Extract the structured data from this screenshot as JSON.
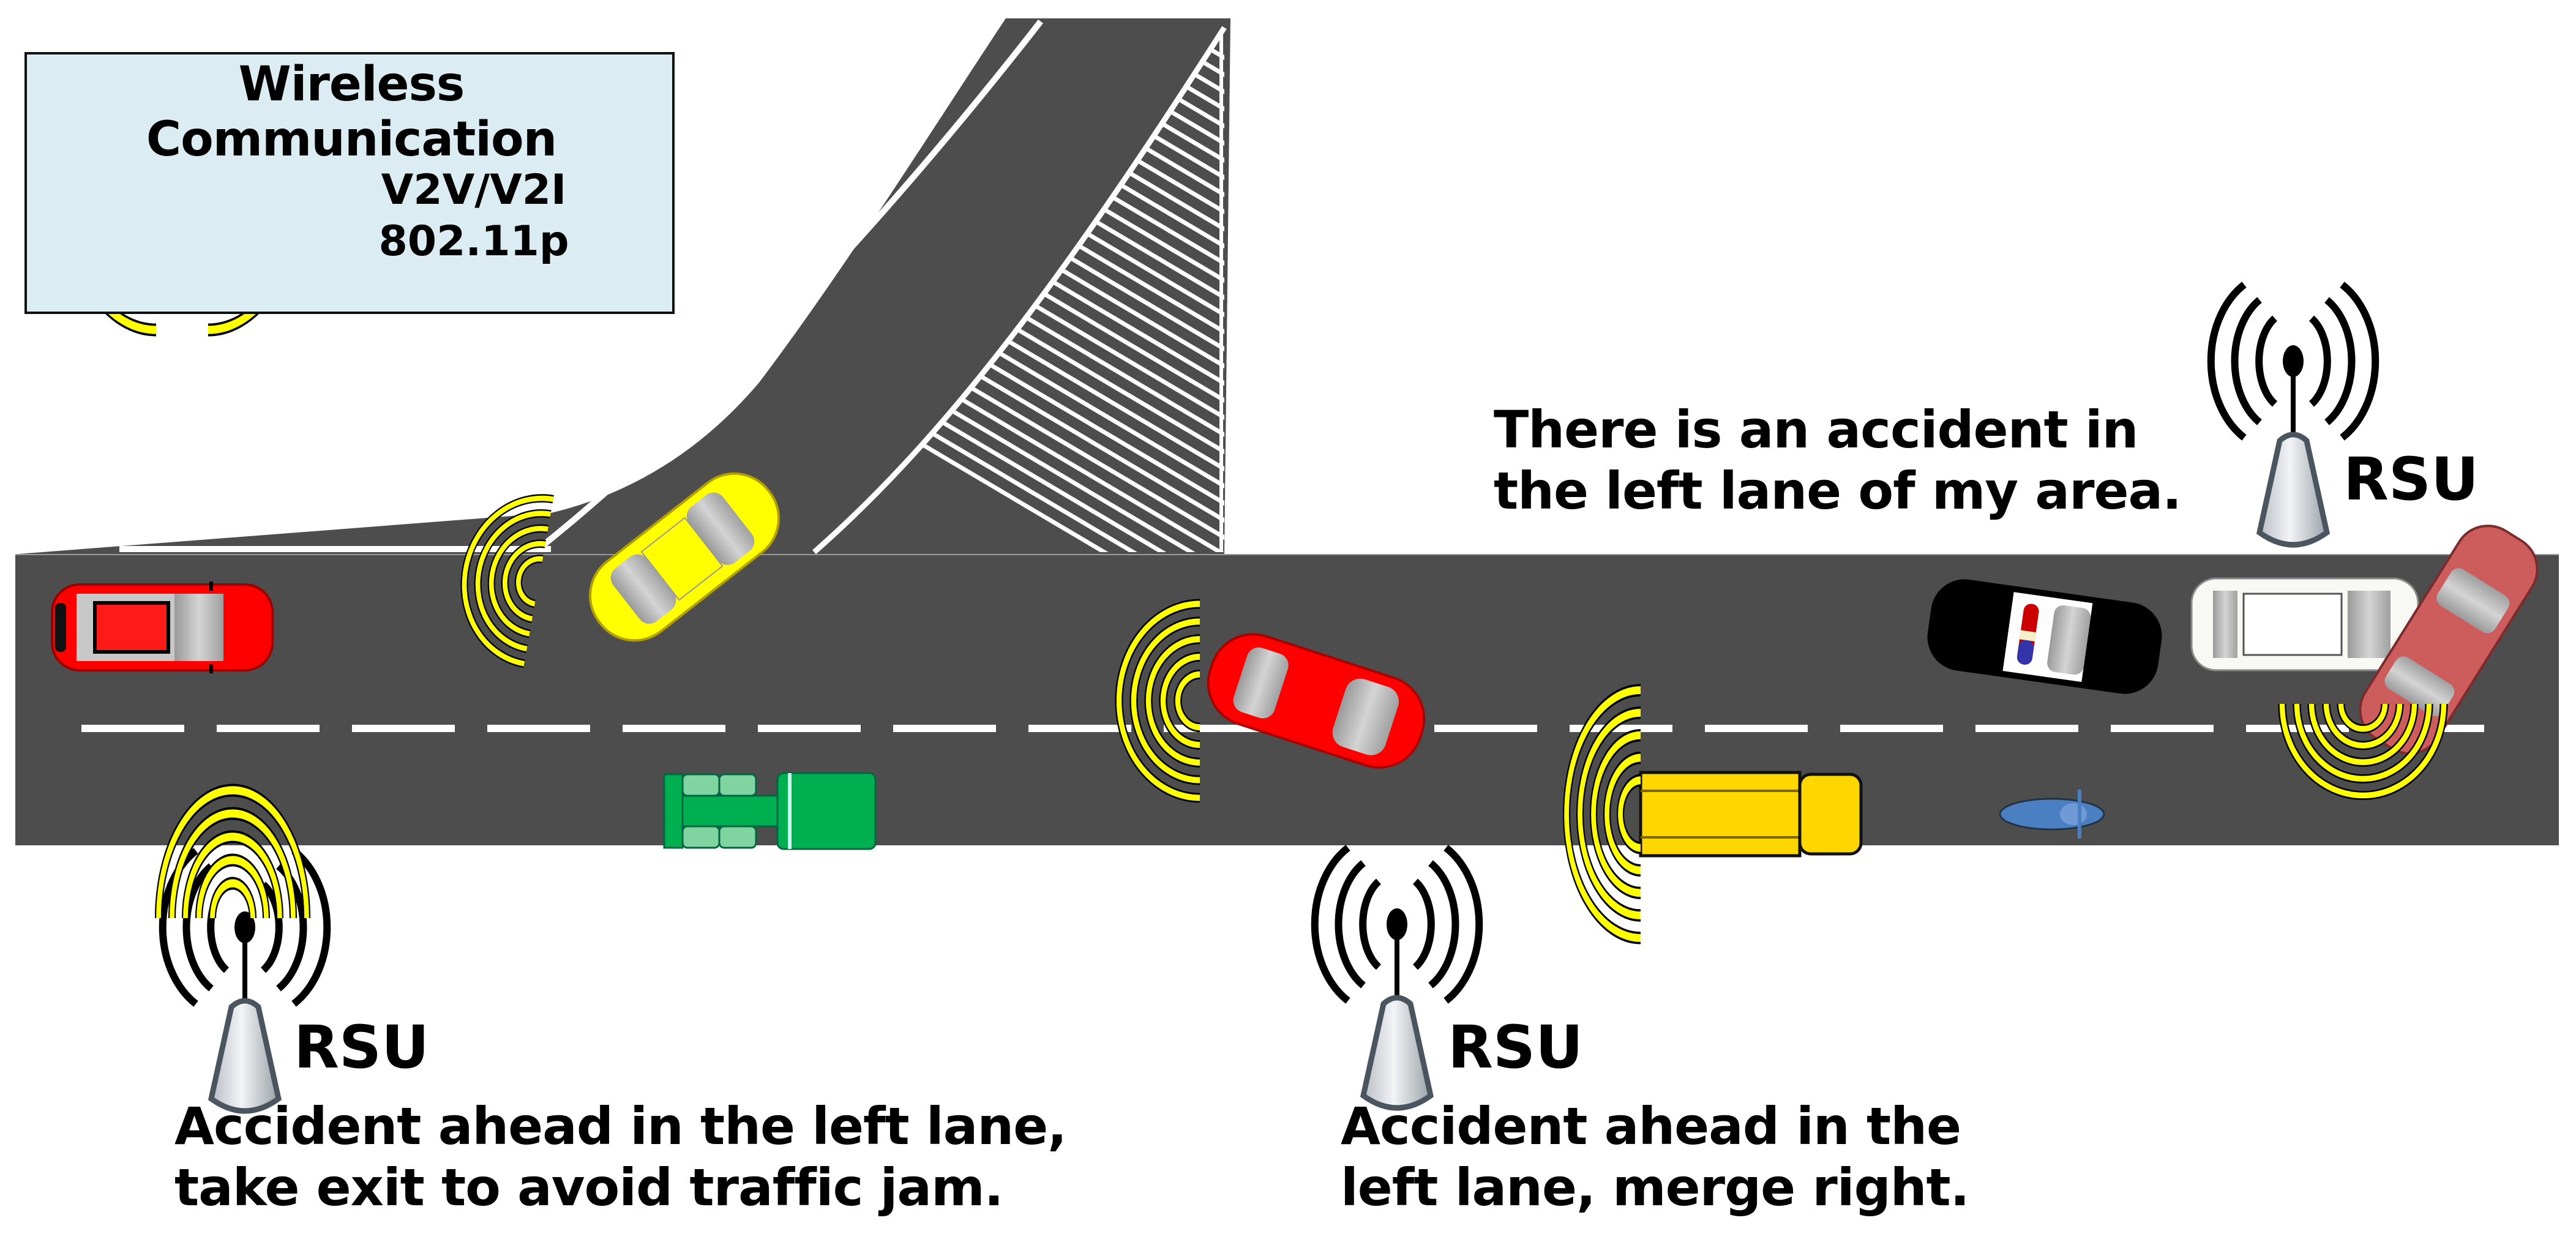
{
  "legend": {
    "title": "Wireless Communication",
    "protocol_line1": "V2V/V2I",
    "protocol_line2": "802.11p",
    "icon": "wireless-signal-icon"
  },
  "rsus": [
    {
      "label": "RSU",
      "icon": "antenna-tower-icon"
    },
    {
      "label": "RSU",
      "icon": "antenna-tower-icon"
    },
    {
      "label": "RSU",
      "icon": "antenna-tower-icon"
    }
  ],
  "messages": {
    "rsu_left": [
      "Accident ahead in the left lane,",
      "take exit to avoid traffic jam."
    ],
    "rsu_middle": [
      "Accident ahead in the",
      "left lane, merge right."
    ],
    "rsu_right": [
      "There is an accident in",
      "the left lane of my area."
    ]
  },
  "vehicles": [
    {
      "type": "pickup-truck",
      "color": "#ff0000",
      "lane": "left"
    },
    {
      "type": "sports-car",
      "color": "#ffff00",
      "lane": "exit-ramp",
      "signal": true
    },
    {
      "type": "tractor-truck",
      "color": "#00b050",
      "lane": "right"
    },
    {
      "type": "sports-car",
      "color": "#ff0000",
      "lane": "changing",
      "signal": true
    },
    {
      "type": "school-bus",
      "color": "#ffd700",
      "lane": "right",
      "signal": true
    },
    {
      "type": "motorcycle",
      "color": "#4a7fc1",
      "lane": "right"
    },
    {
      "type": "police-car",
      "color": "#000000",
      "lane": "left"
    },
    {
      "type": "white-car",
      "color": "#f5f5f0",
      "lane": "left",
      "crashed": true
    },
    {
      "type": "sedan",
      "color": "#cd5c5c",
      "lane": "left",
      "crashed": true,
      "signal": true
    }
  ],
  "colors": {
    "road": "#4d4d4d",
    "marking": "#ffffff",
    "signal": "#ffff00",
    "legend_bg": "#dbedf3"
  }
}
